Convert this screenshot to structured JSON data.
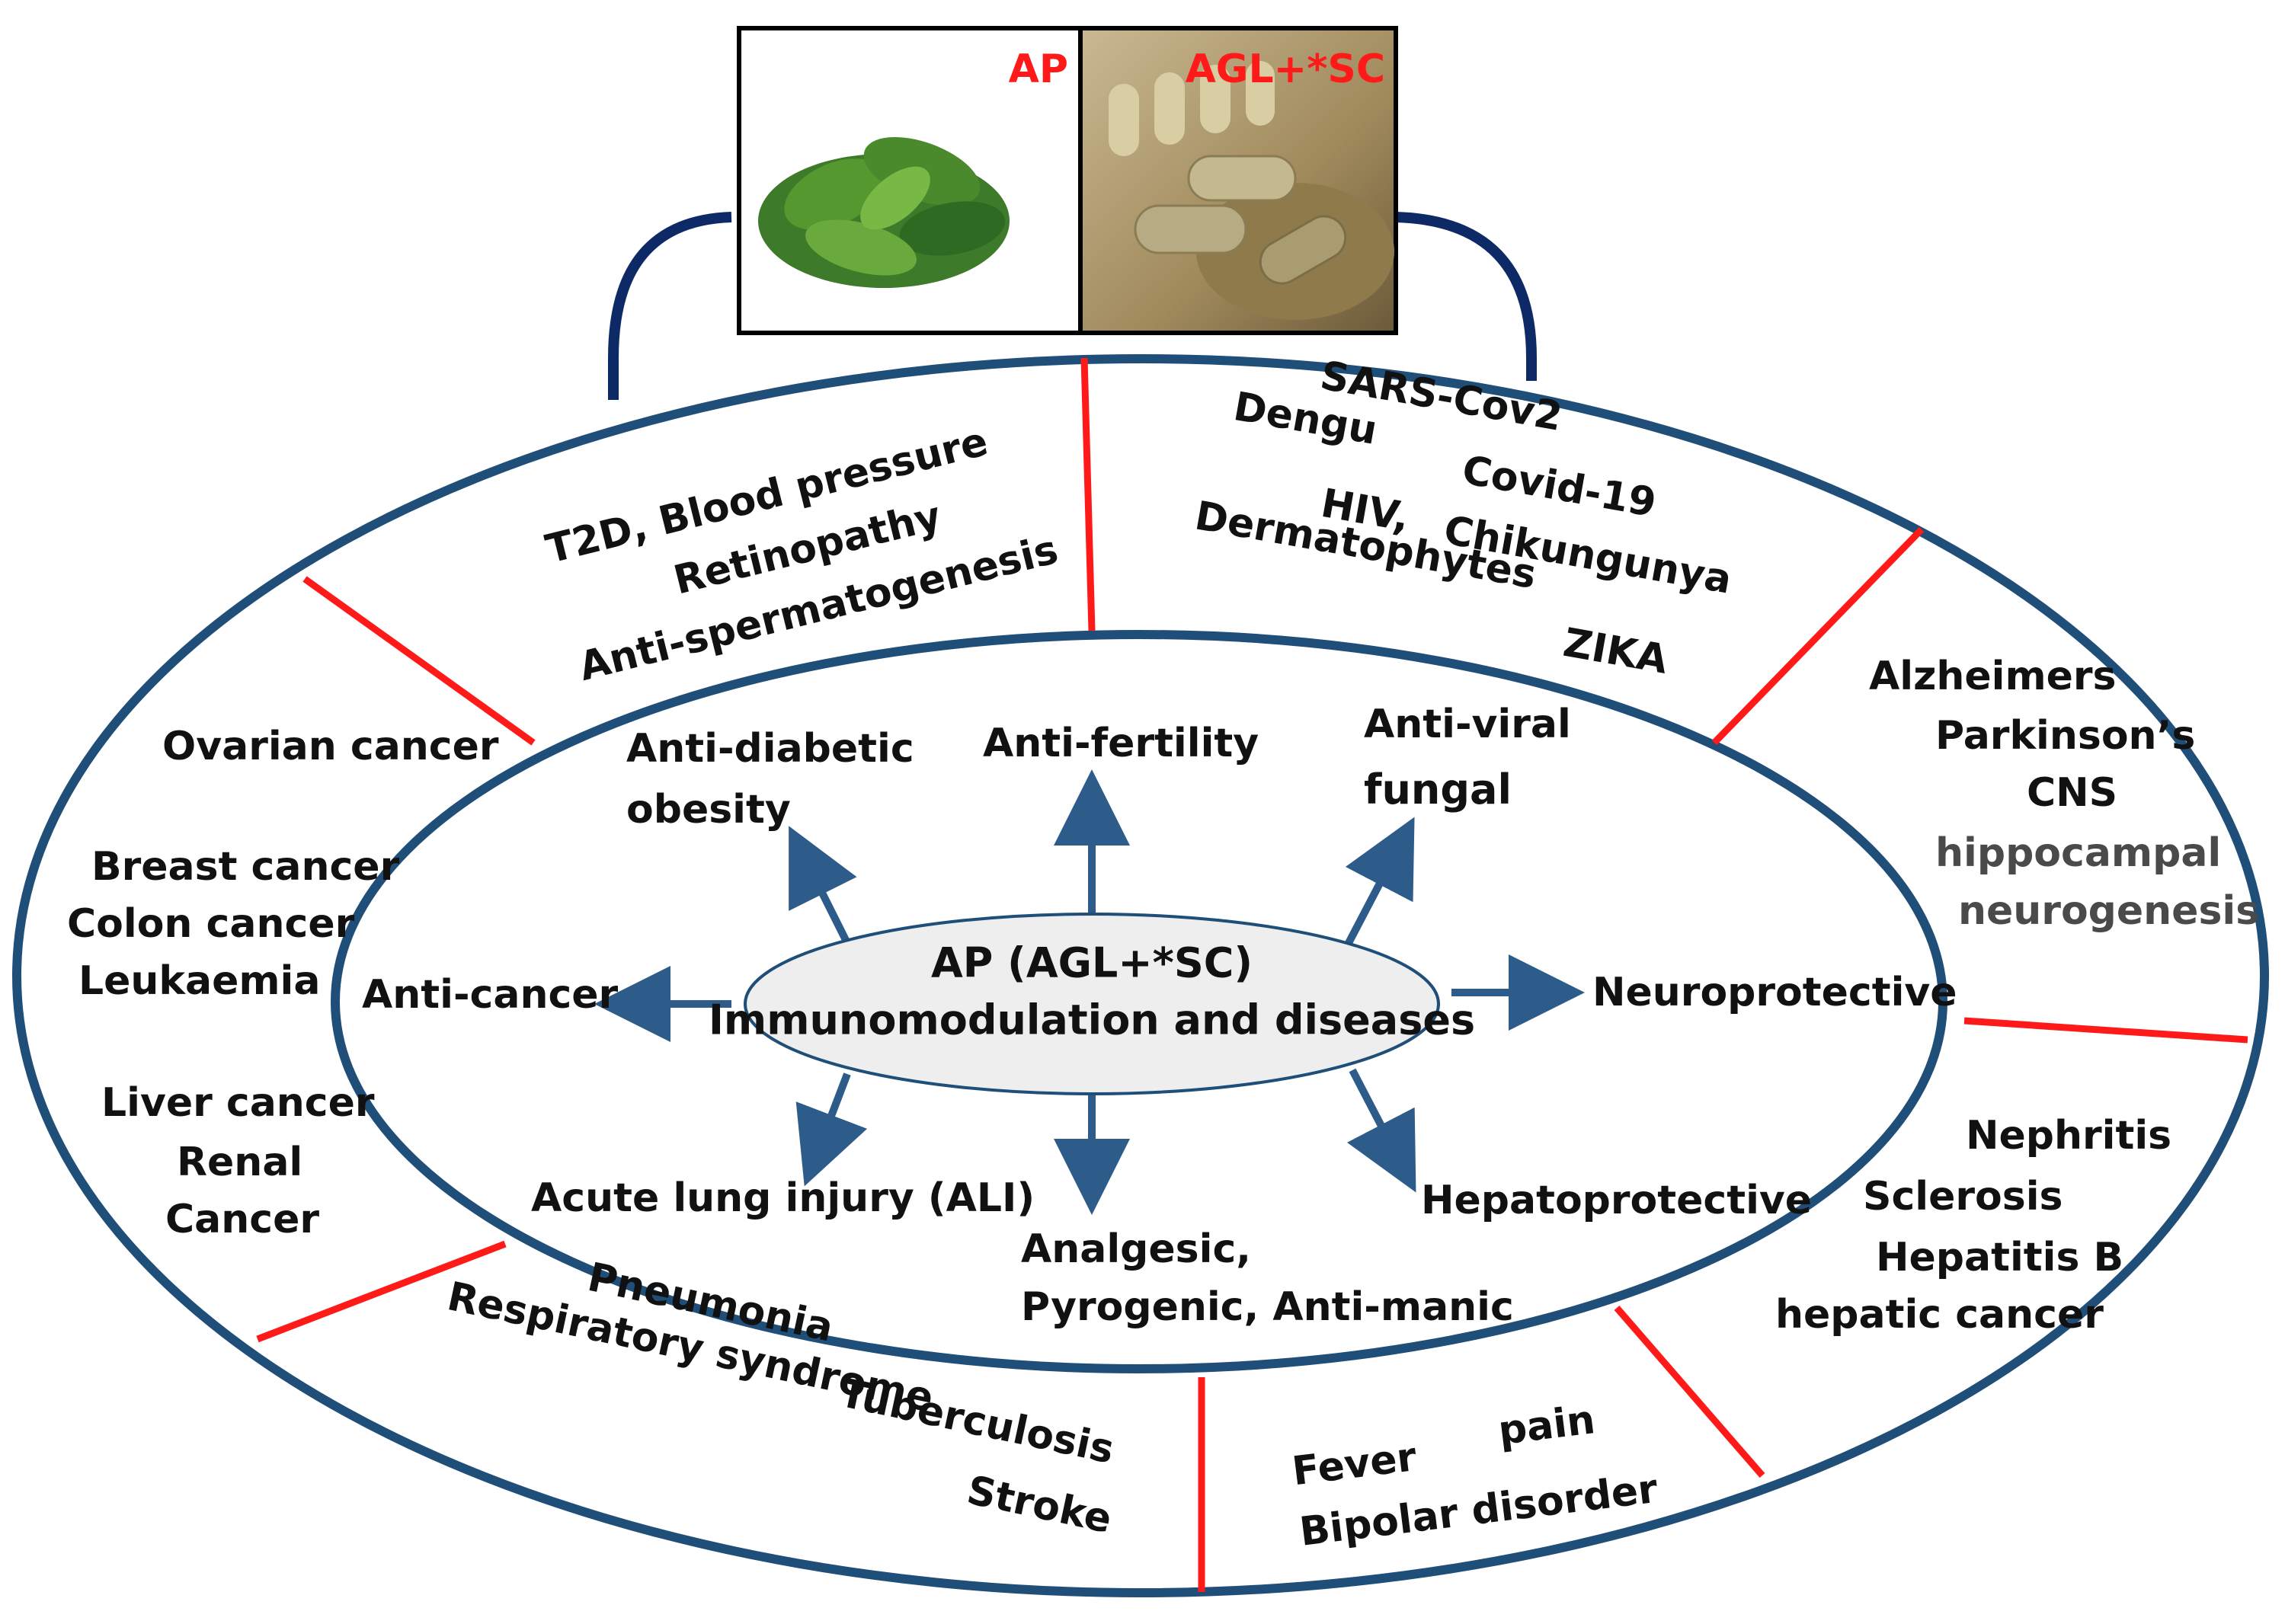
{
  "images": {
    "left_tag": "AP",
    "right_tag": "AGL+*SC"
  },
  "center": {
    "line1": "AP (AGL+*SC)",
    "line2": "Immunomodulation and diseases"
  },
  "inner_ring": {
    "anti_diabetic_1": "Anti-diabetic",
    "anti_diabetic_2": "obesity",
    "anti_fertility": "Anti-fertility",
    "anti_viral_1": "Anti-viral",
    "anti_viral_2": "fungal",
    "anti_cancer": "Anti-cancer",
    "neuroprotective": "Neuroprotective",
    "ali": "Acute lung injury (ALI)",
    "analgesic_1": "Analgesic,",
    "analgesic_2": "Pyrogenic, Anti-manic",
    "hepatoprotective": "Hepatoprotective"
  },
  "outer_ring": {
    "metabolic": [
      "T2D, Blood pressure",
      "Retinopathy",
      "Anti-spermatogenesis"
    ],
    "viral": {
      "sars": "SARS-Cov2",
      "dengu": "Dengu",
      "covid": "Covid-19",
      "hiv": "HIV,",
      "chik": "Chikungunya",
      "derm": "Dermatophytes",
      "zika": "ZIKA"
    },
    "neuro": [
      "Alzheimers",
      "Parkinson’s",
      "CNS",
      "hippocampal",
      "neurogenesis"
    ],
    "hepatic": [
      "Nephritis",
      "Sclerosis",
      "Hepatitis B",
      "hepatic cancer"
    ],
    "pain": {
      "fever": "Fever",
      "pain": "pain",
      "bipolar": "Bipolar disorder"
    },
    "respiratory": {
      "pneumonia": "Pneumonia",
      "resp": "Respiratory syndrome",
      "tb": "Tuberculosis",
      "stroke": "Stroke"
    },
    "cancer_lower": [
      "Liver cancer",
      "Renal",
      "Cancer"
    ],
    "cancer_mid": [
      "Breast cancer",
      "Colon cancer",
      "Leukaemia"
    ],
    "ovarian": "Ovarian cancer"
  },
  "colors": {
    "ring": "#1f4e79",
    "arc": "#0d2a66",
    "divider": "#ff1a1a",
    "arrow": "#2e5c8a",
    "center_fill": "#eeeeee",
    "tag": "#ff1a1a"
  },
  "icons": [
    "leaf-image",
    "capsule-image"
  ]
}
